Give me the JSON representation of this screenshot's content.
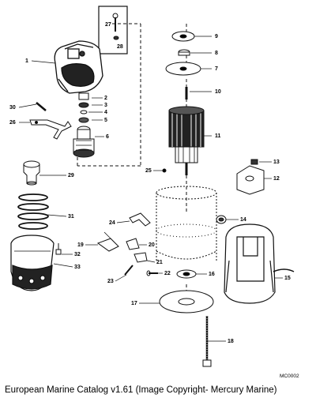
{
  "diagram": {
    "callouts": [
      "1",
      "2",
      "3",
      "4",
      "5",
      "6",
      "7",
      "8",
      "9",
      "10",
      "11",
      "12",
      "13",
      "14",
      "15",
      "16",
      "17",
      "18",
      "19",
      "20",
      "21",
      "22",
      "23",
      "24",
      "25",
      "26",
      "27",
      "28",
      "29",
      "30",
      "31",
      "32",
      "33"
    ],
    "drawing_code": "MC0002"
  },
  "footer": {
    "caption": "European Marine Catalog v1.61 (Image Copyright- Mercury Marine)"
  }
}
